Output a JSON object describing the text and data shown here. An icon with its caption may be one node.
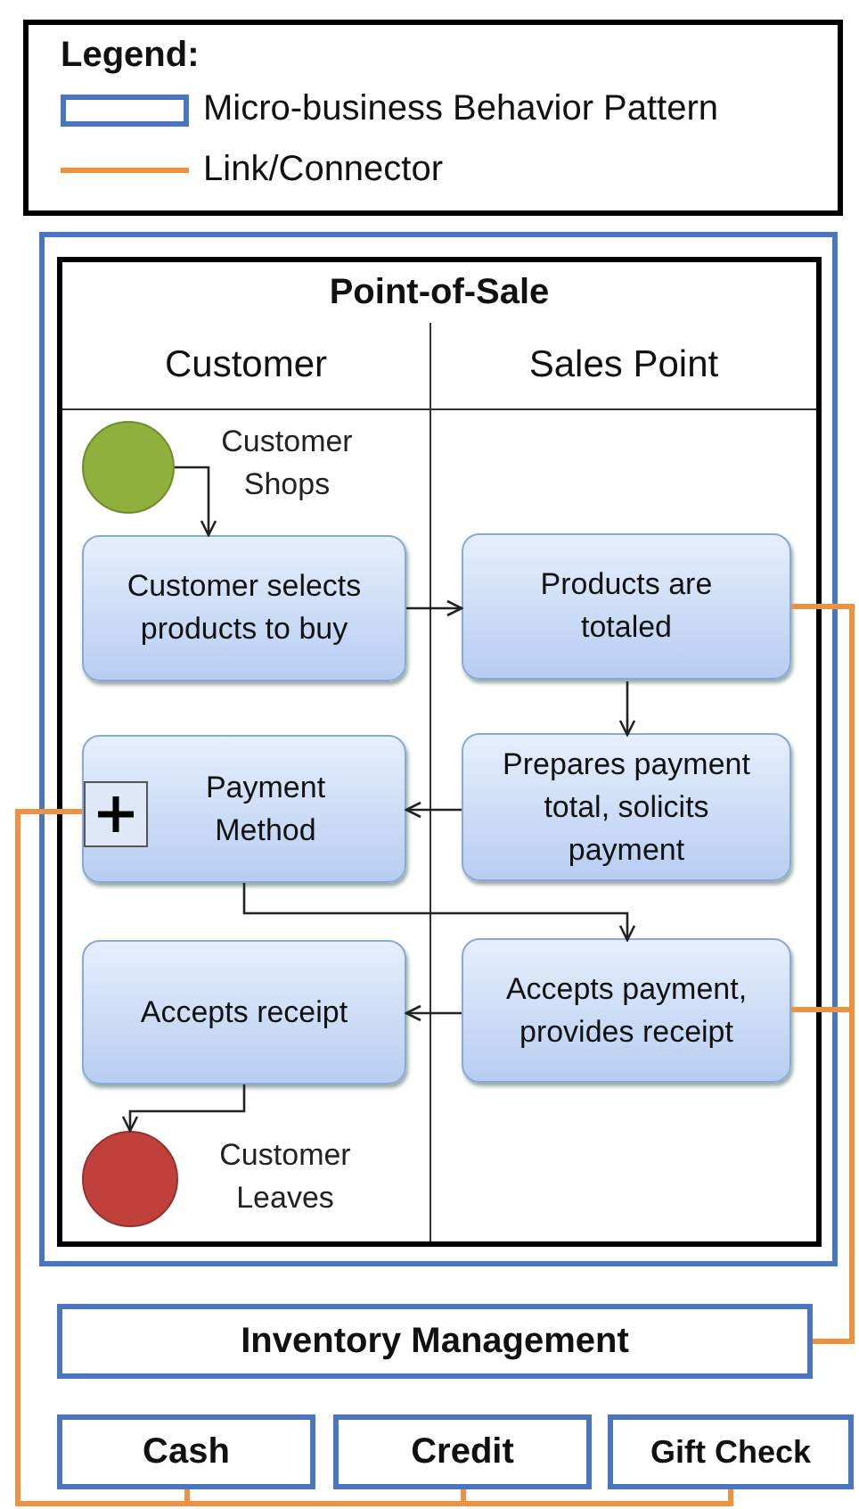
{
  "diagram": {
    "nodes": [
      {
        "text": [],
        "shape": "box"
      },
      {
        "text": [
          "Point-of-Sale"
        ],
        "in": 0
      },
      {
        "text": [
          "Customer"
        ],
        "in": 1
      },
      {
        "text": [
          "Sales Point"
        ],
        "in": 1
      },
      {
        "text": [],
        "shape": "circle",
        "in": 2,
        "beside": [
          "Customer Shops"
        ]
      },
      {
        "text": [
          "Customer selects products to buy"
        ],
        "in": 2
      },
      {
        "text": [
          "Products are totaled"
        ],
        "in": 3
      },
      {
        "text": [
          "Payment Method"
        ],
        "in": 2
      },
      {
        "text": [
          "Prepares payment total, solicits payment"
        ],
        "in": 3
      },
      {
        "text": [
          "Accepts receipt"
        ],
        "in": 2
      },
      {
        "text": [
          "Accepts payment, provides receipt"
        ],
        "in": 3
      },
      {
        "text": [],
        "shape": "circle",
        "in": 2,
        "beside": [
          "Customer Leaves"
        ]
      },
      {
        "text": [
          "Inventory Management"
        ]
      },
      {
        "text": [
          "Cash"
        ]
      },
      {
        "text": [
          "Credit"
        ]
      },
      {
        "text": [
          "Gift Check"
        ]
      }
    ],
    "edges": [
      {
        "from": 4,
        "to": 5,
        "arrow": "to"
      },
      {
        "from": 5,
        "to": 6,
        "arrow": "to"
      },
      {
        "from": 6,
        "to": 8,
        "arrow": "to"
      },
      {
        "from": 8,
        "to": 7,
        "arrow": "to"
      },
      {
        "from": 7,
        "to": 10,
        "arrow": "to"
      },
      {
        "from": 10,
        "to": 9,
        "arrow": "to"
      },
      {
        "from": 9,
        "to": 11,
        "arrow": "to"
      },
      {
        "from": 6,
        "to": 12,
        "arrow": "none",
        "style": "thick",
        "color": "#f0913e"
      },
      {
        "from": 10,
        "to": 12,
        "arrow": "none",
        "style": "thick",
        "color": "#f0913e"
      },
      {
        "from": 7,
        "to": 13,
        "arrow": "none",
        "style": "thick",
        "color": "#f0913e"
      },
      {
        "from": 7,
        "to": 14,
        "arrow": "none",
        "style": "thick",
        "color": "#f0913e"
      },
      {
        "from": 7,
        "to": 15,
        "arrow": "none",
        "style": "thick",
        "color": "#f0913e"
      }
    ],
    "labels": [
      "Legend:"
    ],
    "legend": [
      {
        "text": "Micro-business Behavior Pattern"
      },
      {
        "text": "Link/Connector"
      }
    ]
  }
}
